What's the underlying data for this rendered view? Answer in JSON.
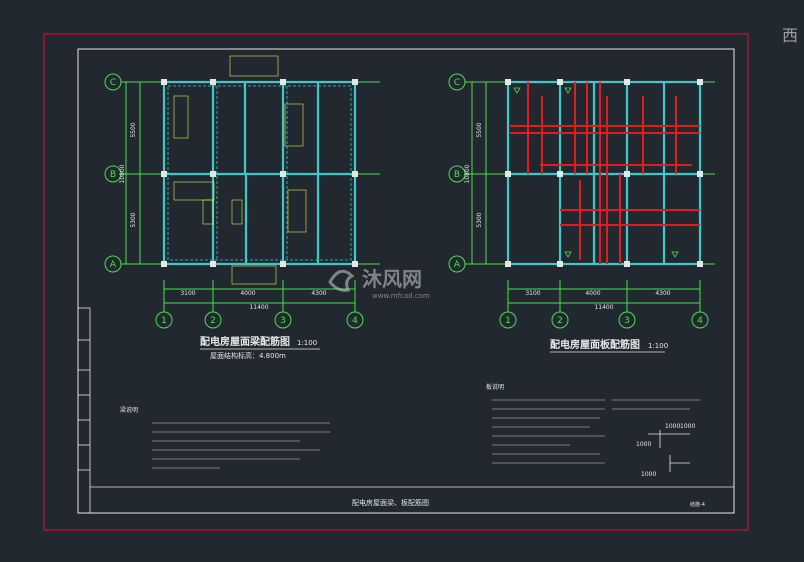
{
  "corner_char": "西",
  "left_plan": {
    "title": "配电房屋面梁配筋图",
    "scale": "1:100",
    "subtitle": "屋面结构标高：4.800m"
  },
  "right_plan": {
    "title": "配电房屋面板配筋图",
    "scale": "1:100"
  },
  "axes": {
    "rows": [
      "C",
      "B",
      "A"
    ],
    "cols": [
      "1",
      "2",
      "3",
      "4"
    ],
    "row_dims": [
      "5500",
      "5300"
    ],
    "row_total": "10800",
    "col_dims": [
      "3100",
      "4000",
      "4300"
    ],
    "col_total": "11400"
  },
  "left_notes": {
    "heading": "梁说明"
  },
  "right_notes": {
    "heading": "板说明"
  },
  "legend_labels": [
    "1000",
    "1000",
    "1000",
    "1000"
  ],
  "sheet_title": "配电房屋面梁、板配筋图",
  "drawing_no": "结施-4",
  "watermark": "沐风网",
  "watermark_url": "www.mfcad.com",
  "colors": {
    "background": "#212830",
    "frame": "#c8102e",
    "beam": "#3fc8c8",
    "axis": "#49e049",
    "rebar_text": "#e8e84a",
    "rebar": "#e01c1c"
  }
}
